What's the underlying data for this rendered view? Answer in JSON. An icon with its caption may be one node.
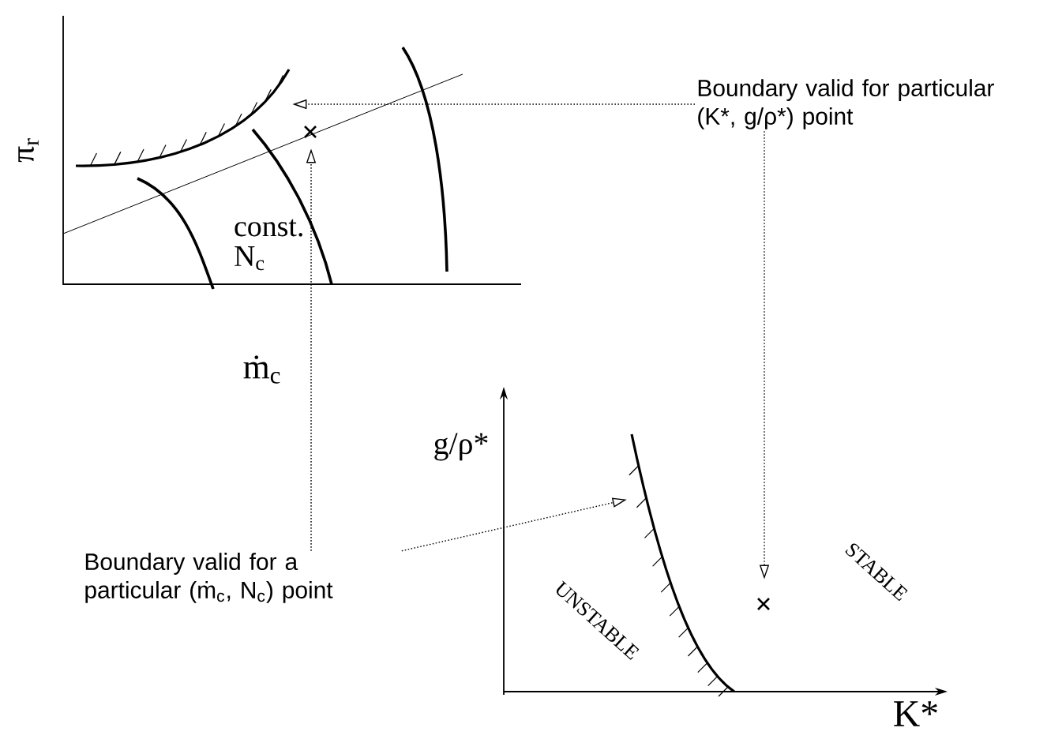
{
  "diagram": {
    "nodes": [
      {
        "text": [],
        "shape": "curve"
      },
      {
        "text": [],
        "shape": "cross"
      },
      {
        "text": [
          "Boundary valid for particular (K*, g/ρ*) point"
        ]
      },
      {
        "text": [
          "Boundary valid for a particular (ṁ$_{c}$, N$_{c}$) point"
        ]
      },
      {
        "text": [],
        "shape": "curve"
      },
      {
        "text": [],
        "shape": "cross"
      }
    ],
    "edges": [
      {
        "from": 2,
        "to": 0,
        "arrow": "to"
      },
      {
        "from": 2,
        "to": 5,
        "arrow": "to"
      },
      {
        "from": 3,
        "to": 4,
        "arrow": "to"
      },
      {
        "from": 3,
        "to": 1,
        "arrow": "to"
      }
    ],
    "labels": [
      "π$_{r}$",
      "const. N$_{c}$",
      "ṁ$_{c}$",
      "g/ρ*",
      "UNSTABLE",
      "STABLE",
      "K*"
    ]
  }
}
